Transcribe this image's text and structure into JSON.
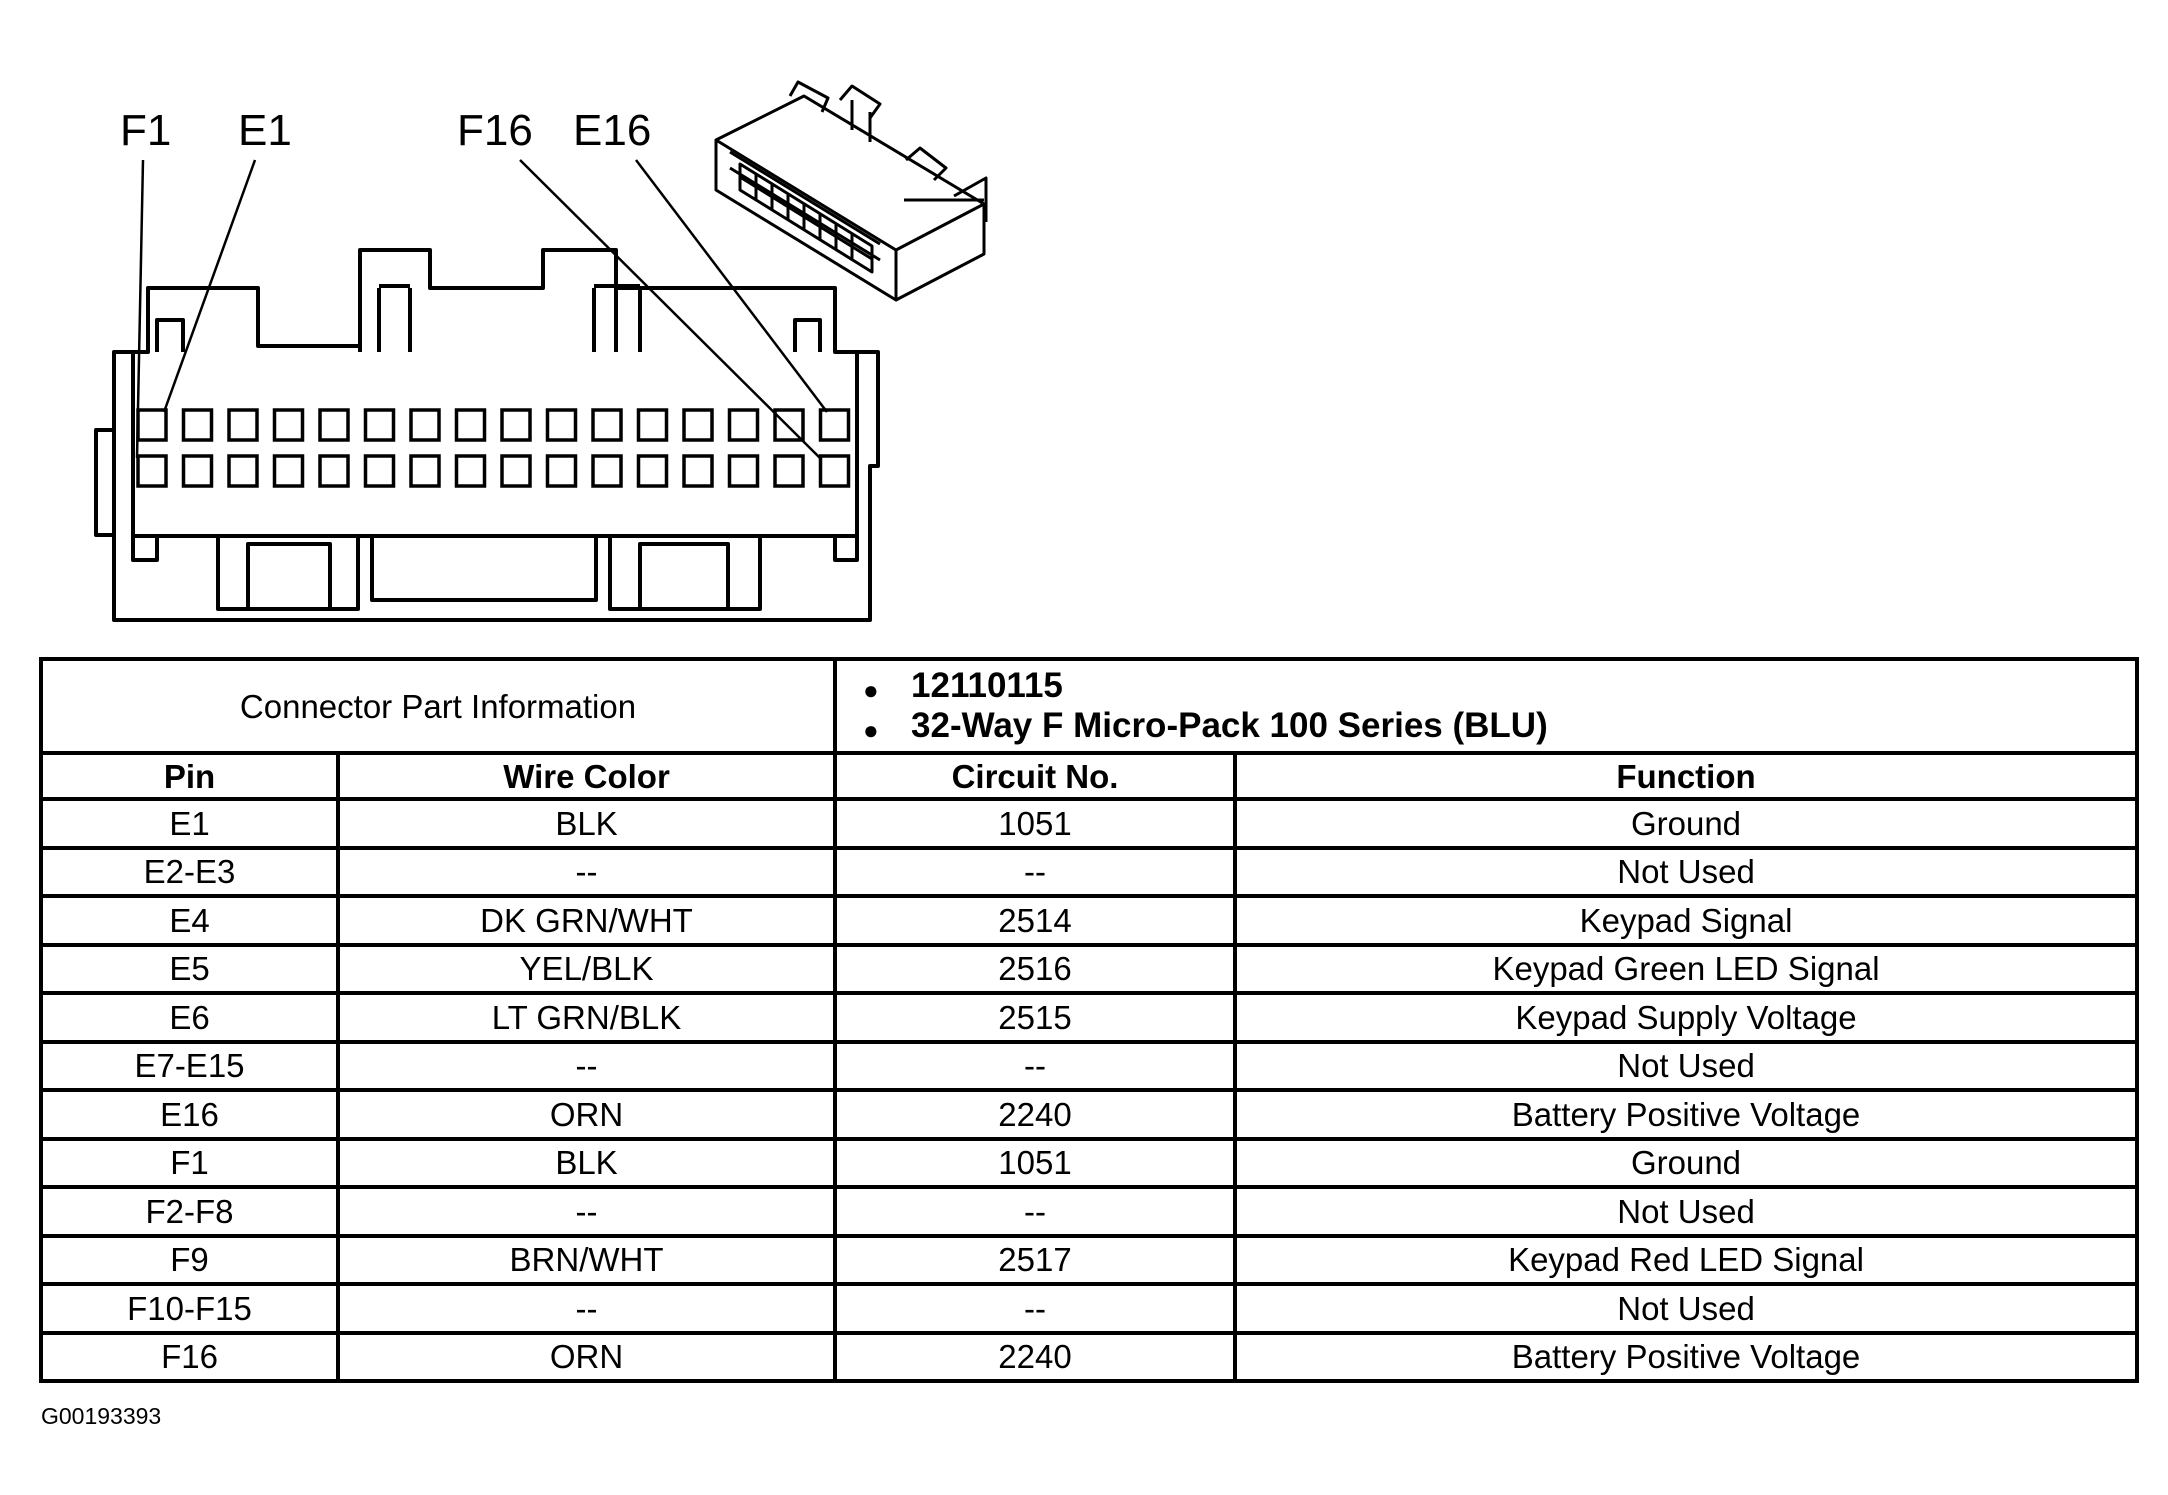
{
  "diagram": {
    "labels": [
      "F1",
      "E1",
      "F16",
      "E16"
    ]
  },
  "table": {
    "title": "Connector Part Information",
    "part_info": [
      "12110115",
      "32-Way F Micro-Pack 100 Series (BLU)"
    ],
    "columns": [
      "Pin",
      "Wire Color",
      "Circuit No.",
      "Function"
    ],
    "rows": [
      [
        "E1",
        "BLK",
        "1051",
        "Ground"
      ],
      [
        "E2-E3",
        "--",
        "--",
        "Not Used"
      ],
      [
        "E4",
        "DK GRN/WHT",
        "2514",
        "Keypad Signal"
      ],
      [
        "E5",
        "YEL/BLK",
        "2516",
        "Keypad Green LED Signal"
      ],
      [
        "E6",
        "LT GRN/BLK",
        "2515",
        "Keypad Supply Voltage"
      ],
      [
        "E7-E15",
        "--",
        "--",
        "Not Used"
      ],
      [
        "E16",
        "ORN",
        "2240",
        "Battery Positive Voltage"
      ],
      [
        "F1",
        "BLK",
        "1051",
        "Ground"
      ],
      [
        "F2-F8",
        "--",
        "--",
        "Not Used"
      ],
      [
        "F9",
        "BRN/WHT",
        "2517",
        "Keypad Red LED Signal"
      ],
      [
        "F10-F15",
        "--",
        "--",
        "Not Used"
      ],
      [
        "F16",
        "ORN",
        "2240",
        "Battery Positive Voltage"
      ]
    ]
  },
  "footer": {
    "code": "G00193393"
  }
}
